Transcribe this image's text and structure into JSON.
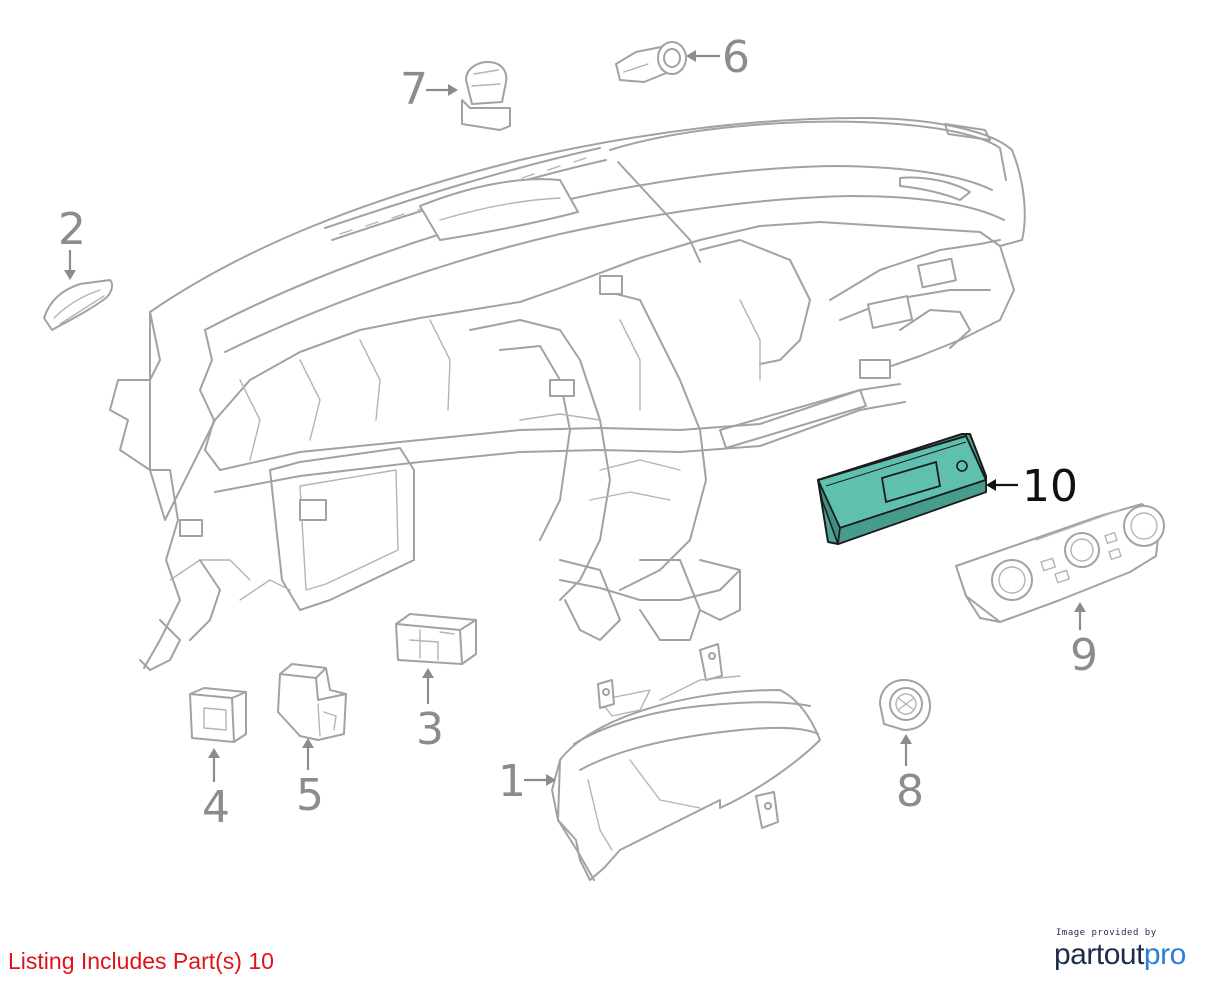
{
  "diagram": {
    "callouts": [
      {
        "id": "1",
        "label": "1",
        "highlighted": false
      },
      {
        "id": "2",
        "label": "2",
        "highlighted": false
      },
      {
        "id": "3",
        "label": "3",
        "highlighted": false
      },
      {
        "id": "4",
        "label": "4",
        "highlighted": false
      },
      {
        "id": "5",
        "label": "5",
        "highlighted": false
      },
      {
        "id": "6",
        "label": "6",
        "highlighted": false
      },
      {
        "id": "7",
        "label": "7",
        "highlighted": false
      },
      {
        "id": "8",
        "label": "8",
        "highlighted": false
      },
      {
        "id": "9",
        "label": "9",
        "highlighted": false
      },
      {
        "id": "10",
        "label": "10",
        "highlighted": true
      }
    ],
    "highlight_color": "#5fc0b0",
    "line_color": "#a2a2a2",
    "callout_color": "#8c8c8c"
  },
  "footer": {
    "listing_note": "Listing Includes Part(s) 10",
    "listing_note_color": "#e0121a",
    "brand_caption": "Image provided by",
    "brand_part_a": "partout",
    "brand_part_b": "pro",
    "brand_color_a": "#1d2c4c",
    "brand_color_b": "#2b7fd8"
  }
}
